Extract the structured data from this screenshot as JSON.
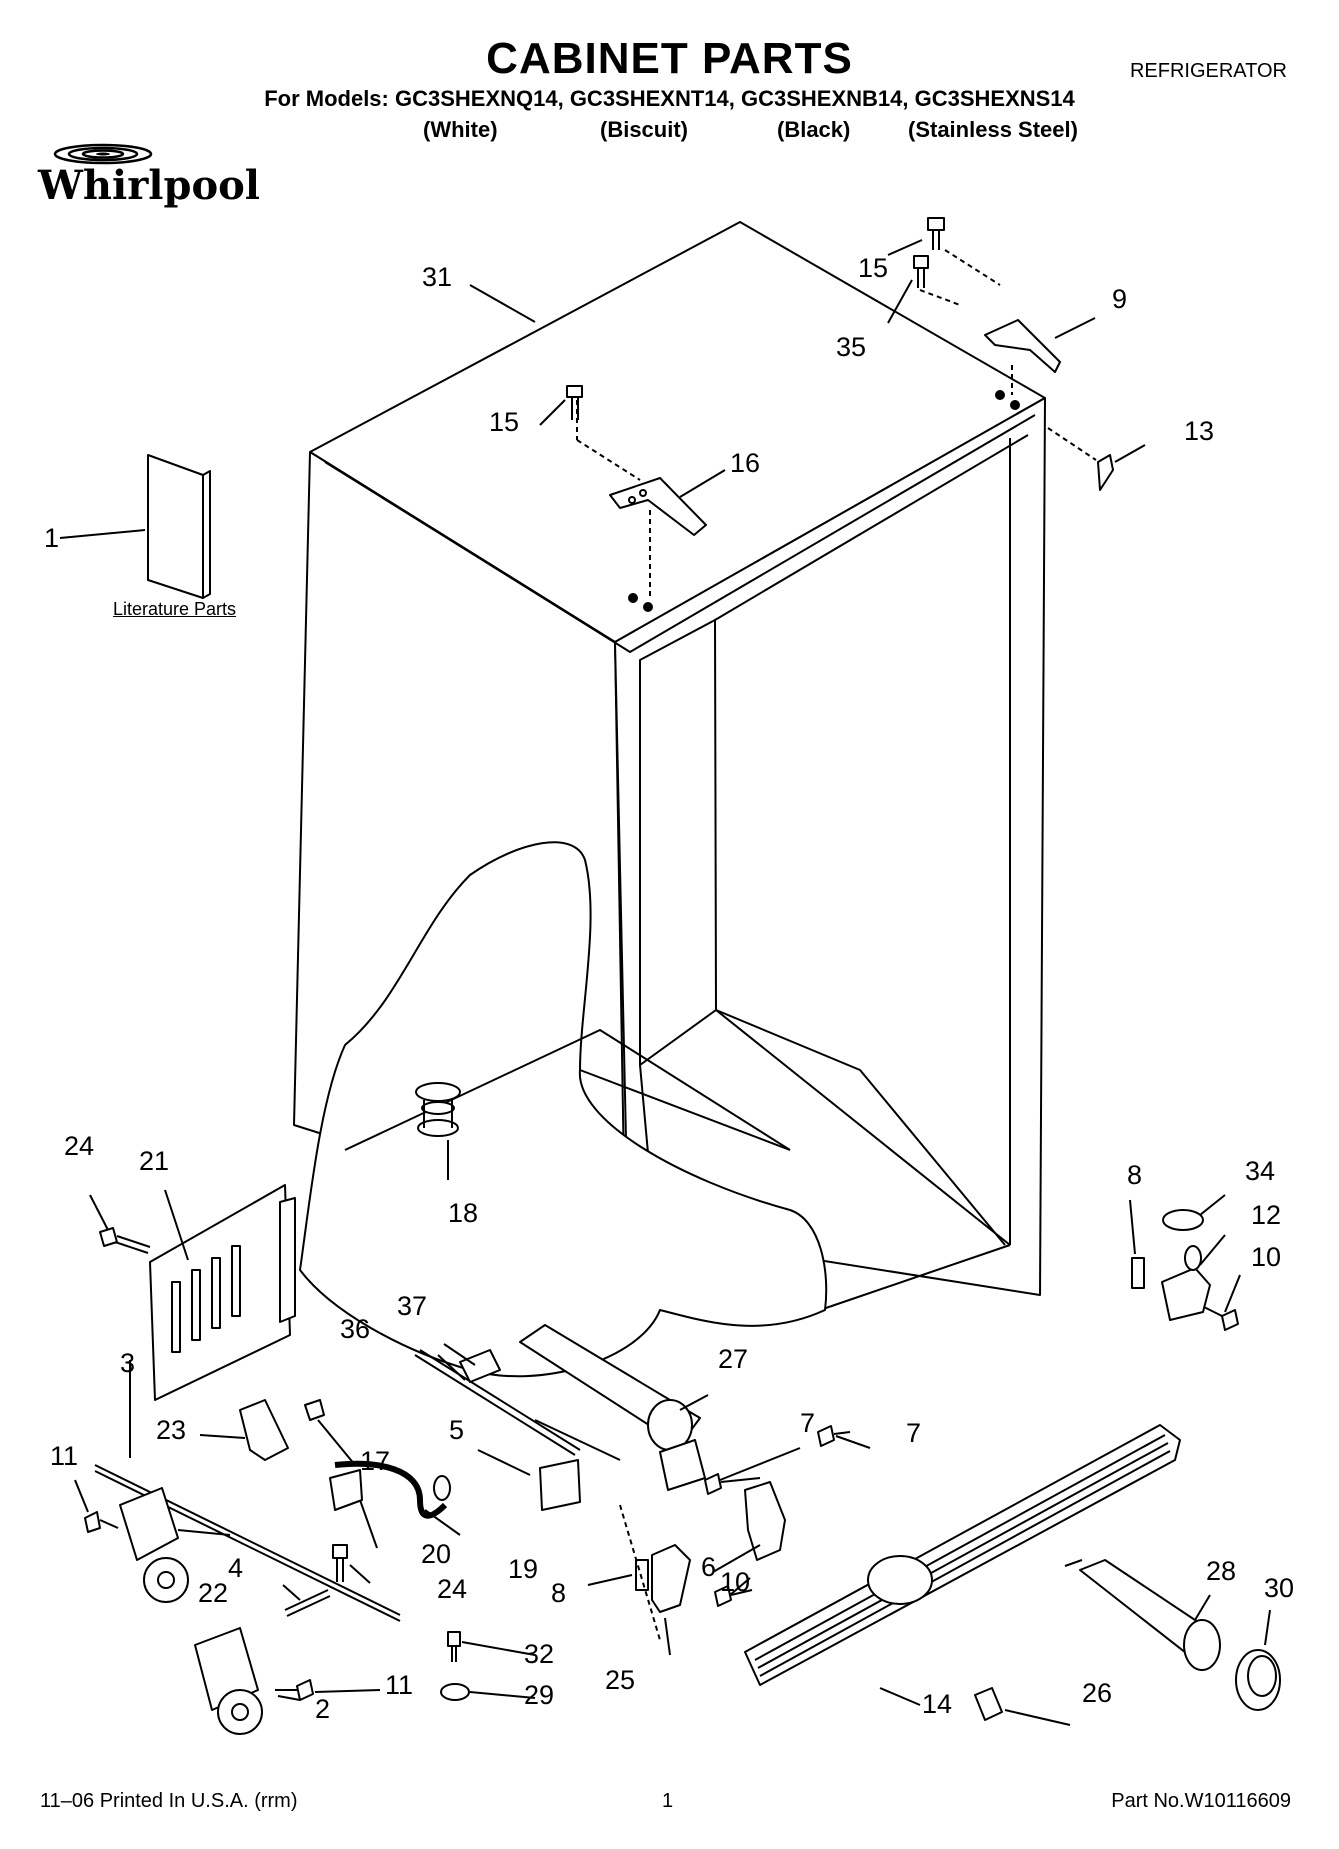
{
  "header": {
    "title": "CABINET PARTS",
    "category": "REFRIGERATOR",
    "models_line": "For Models: GC3SHEXNQ14, GC3SHEXNT14, GC3SHEXNB14, GC3SHEXNS14",
    "colors": [
      "(White)",
      "(Biscuit)",
      "(Black)",
      "(Stainless Steel)"
    ]
  },
  "logo": {
    "text": "Whirlpool",
    "icon": "whirlpool-swirl-icon"
  },
  "literature_label": "Literature Parts",
  "callouts": {
    "c1": "1",
    "c2": "2",
    "c3": "3",
    "c4": "4",
    "c5": "5",
    "c6": "6",
    "c7a": "7",
    "c7b": "7",
    "c8a": "8",
    "c8b": "8",
    "c9": "9",
    "c10a": "10",
    "c10b": "10",
    "c11a": "11",
    "c11b": "11",
    "c12": "12",
    "c13": "13",
    "c14": "14",
    "c15a": "15",
    "c15b": "15",
    "c16": "16",
    "c17": "17",
    "c18": "18",
    "c19": "19",
    "c20": "20",
    "c21": "21",
    "c22": "22",
    "c23": "23",
    "c24a": "24",
    "c24b": "24",
    "c25": "25",
    "c26": "26",
    "c27": "27",
    "c28": "28",
    "c29": "29",
    "c30": "30",
    "c31": "31",
    "c32": "32",
    "c34": "34",
    "c35": "35",
    "c36": "36",
    "c37": "37"
  },
  "footer": {
    "print_info": "11–06 Printed In U.S.A. (rrm)",
    "page_number": "1",
    "part_number": "Part No.W10116609"
  }
}
